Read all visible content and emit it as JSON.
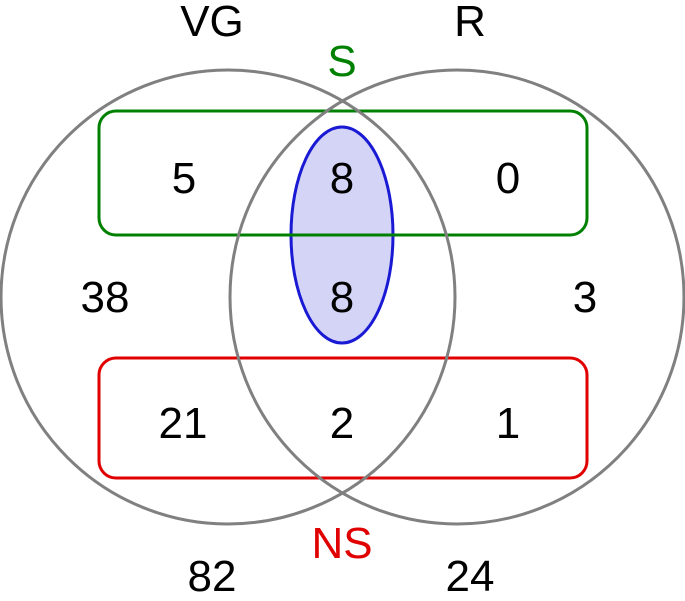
{
  "sets": {
    "left": {
      "label": "VG"
    },
    "right": {
      "label": "R"
    }
  },
  "groups": {
    "top": {
      "label": "S",
      "color": "#008000"
    },
    "bottom": {
      "label": "NS",
      "color": "#e00000"
    }
  },
  "highlight_color": "#1a1ad4",
  "highlight_fill": "#d4d4f7",
  "circle_color": "#808080",
  "counts": {
    "s_left_only": "5",
    "s_intersection": "8",
    "s_right_only": "0",
    "mid_left_only": "38",
    "mid_intersection": "8",
    "mid_right_only": "3",
    "ns_left_only": "21",
    "ns_intersection": "2",
    "ns_right_only": "1",
    "outside_left": "82",
    "outside_right": "24"
  }
}
